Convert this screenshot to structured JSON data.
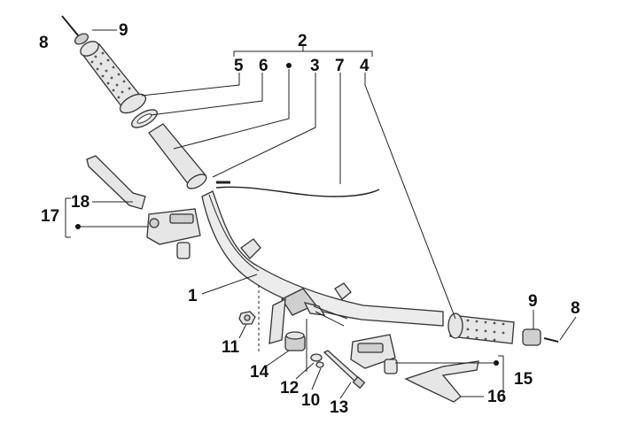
{
  "callouts": {
    "c1": "1",
    "c2": "2",
    "c3": "3",
    "c4": "4",
    "c5": "5",
    "c6": "6",
    "c7": "7",
    "c8_left": "8",
    "c9_left": "9",
    "c8_right": "8",
    "c9_right": "9",
    "c10": "10",
    "c11": "11",
    "c12": "12",
    "c13": "13",
    "c14": "14",
    "c15": "15",
    "c16": "16",
    "c17": "17",
    "c18": "18"
  }
}
